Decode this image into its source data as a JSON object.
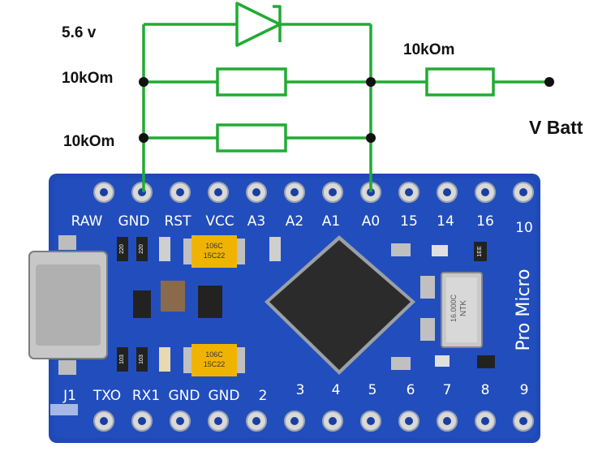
{
  "circuit": {
    "labels": {
      "zener": "5.6 v",
      "resistor_a": "10kOm",
      "resistor_b": "10kOm",
      "resistor_series": "10kOm",
      "battery": "V Batt"
    },
    "colors": {
      "wire": "#22aa33",
      "node": "#111111"
    }
  },
  "board": {
    "name": "Pro Micro",
    "colors": {
      "pcb": "#1f49b6",
      "pad": "#d9d9d9",
      "silk": "#ffffff",
      "chip": "#2b2b2b"
    },
    "top_pins": [
      "RAW",
      "GND",
      "RST",
      "VCC",
      "A3",
      "A2",
      "A1",
      "A0",
      "15",
      "14",
      "16",
      "10"
    ],
    "bottom_pins": [
      "J1",
      "TXO",
      "RX1",
      "GND",
      "GND",
      "2",
      "3",
      "4",
      "5",
      "6",
      "7",
      "8",
      "9"
    ],
    "components": {
      "cap_value": "106C",
      "cap_code": "15C22",
      "crystal_brand": "NTK",
      "crystal_freq": "16.000C",
      "r1": "220",
      "r2": "220",
      "r3": "103",
      "r4": "103",
      "led_r": "1EE"
    }
  }
}
